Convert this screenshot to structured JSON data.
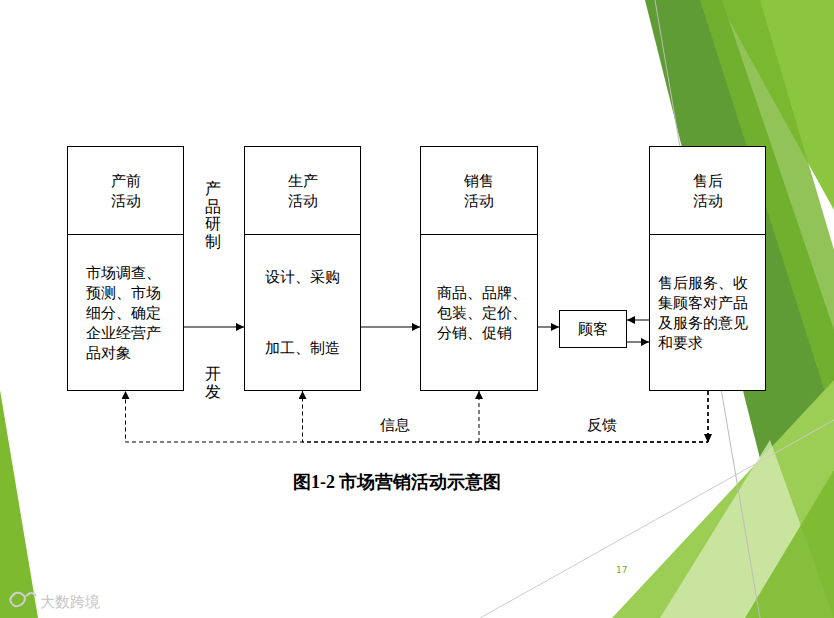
{
  "diagram": {
    "caption": "图1-2 市场营销活动示意图",
    "nodes": [
      {
        "text": [
          "产前 活动",
          "市场调查、 预测、市场 细分、确定 企业经营产 品对象"
        ]
      },
      {
        "text": [
          "生产 活动",
          "设计、采购",
          "加工、制造"
        ]
      },
      {
        "text": [
          "销售 活动",
          "商品、品牌、 包装、定价、 分销、促销"
        ]
      },
      {
        "text": [
          "售后 活动",
          "售后服务、收 集顾客对产品 及服务的意见 和要求"
        ]
      },
      {
        "text": [
          "顾客"
        ]
      }
    ],
    "edges": [
      {
        "from": 0,
        "to": 1,
        "arrow": "to"
      },
      {
        "from": 1,
        "to": 2,
        "arrow": "to"
      },
      {
        "from": 2,
        "to": 4,
        "arrow": "to"
      },
      {
        "from": 3,
        "to": 4,
        "arrow": "to"
      },
      {
        "from": 4,
        "to": 3,
        "arrow": "to"
      },
      {
        "from": 3,
        "to": 0,
        "arrow": "to"
      },
      {
        "from": 3,
        "to": 1,
        "arrow": "to"
      },
      {
        "from": 3,
        "to": 2,
        "arrow": "to"
      }
    ],
    "labels": [
      "产品研制",
      "开发",
      "信息",
      "反馈",
      "17",
      "大数跨境"
    ]
  }
}
